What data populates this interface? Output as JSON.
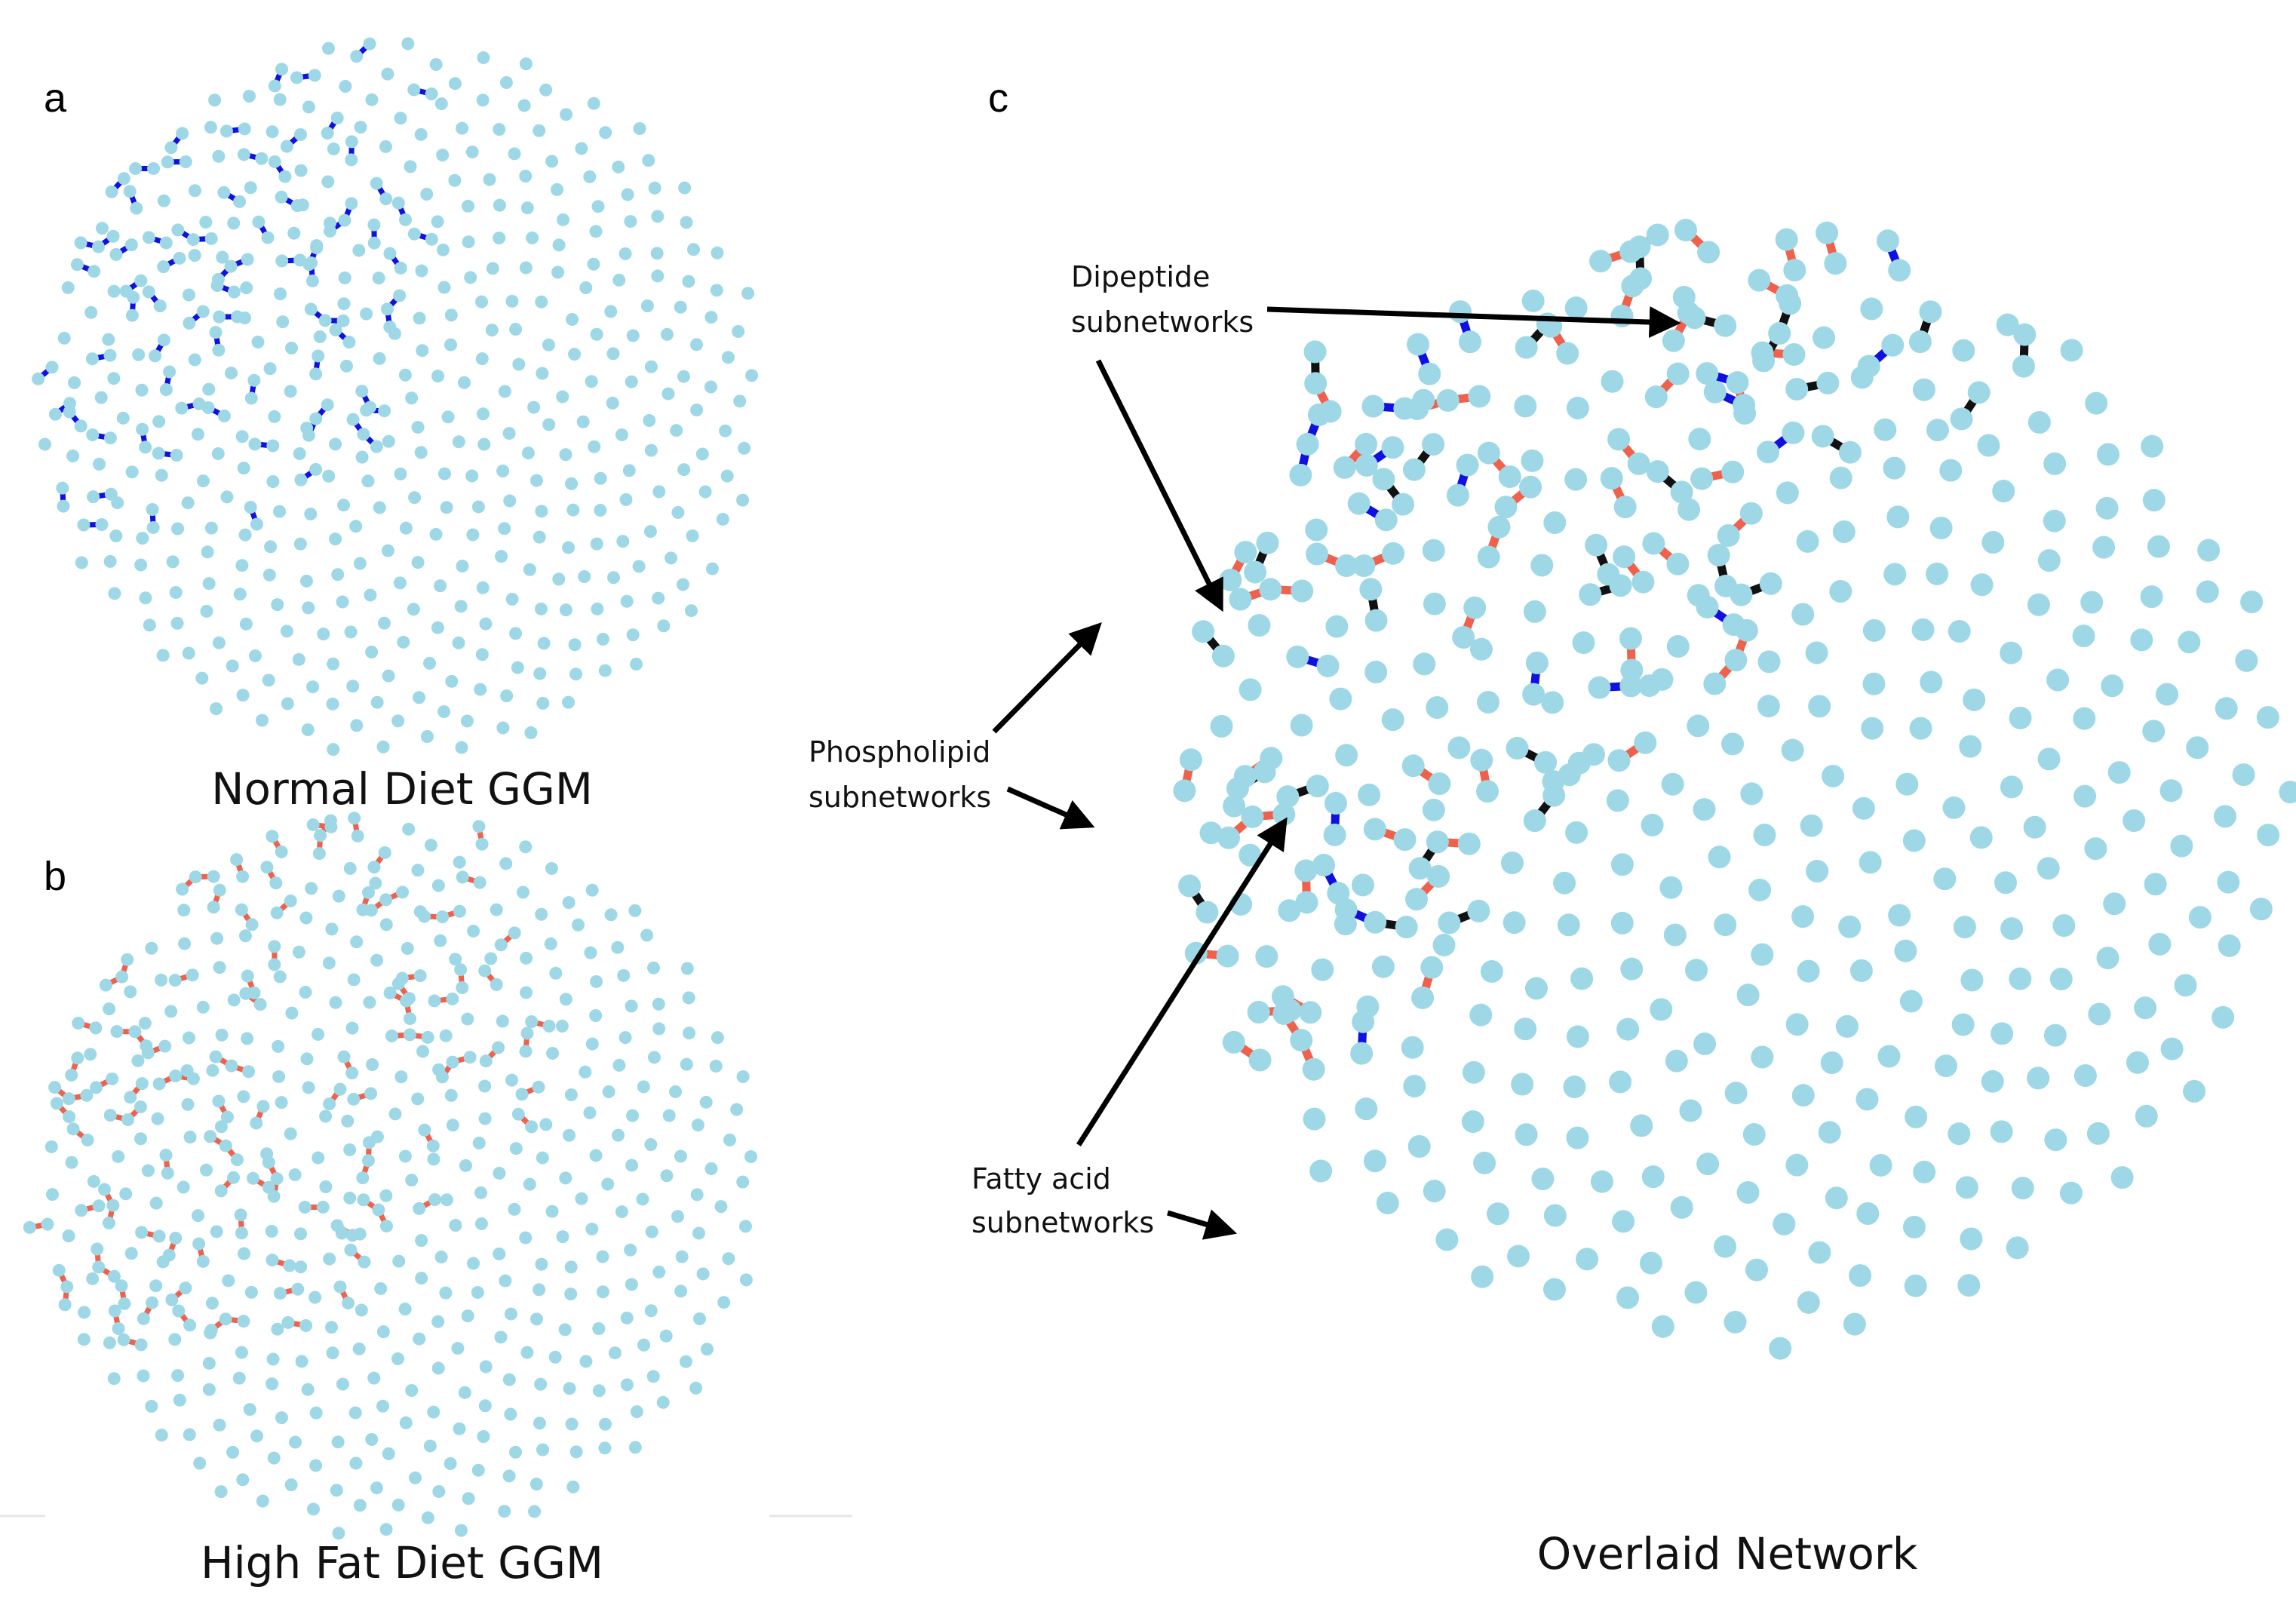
{
  "panels": {
    "a": {
      "letter": "a",
      "caption": "Normal Diet GGM"
    },
    "b": {
      "letter": "b",
      "caption": "High Fat Diet GGM"
    },
    "c": {
      "letter": "c",
      "caption": "Overlaid Network"
    }
  },
  "annotations": {
    "dipeptide": [
      "Dipeptide",
      "subnetworks"
    ],
    "phospholipid": [
      "Phospholipid",
      "subnetworks"
    ],
    "fatty_acid": [
      "Fatty acid",
      "subnetworks"
    ]
  },
  "colors": {
    "node": "#9ed8e6",
    "edge_normal_diet": "#1010e0",
    "edge_high_fat_diet": "#f0604a",
    "edge_shared": "#111111",
    "arrow": "#000000"
  }
}
